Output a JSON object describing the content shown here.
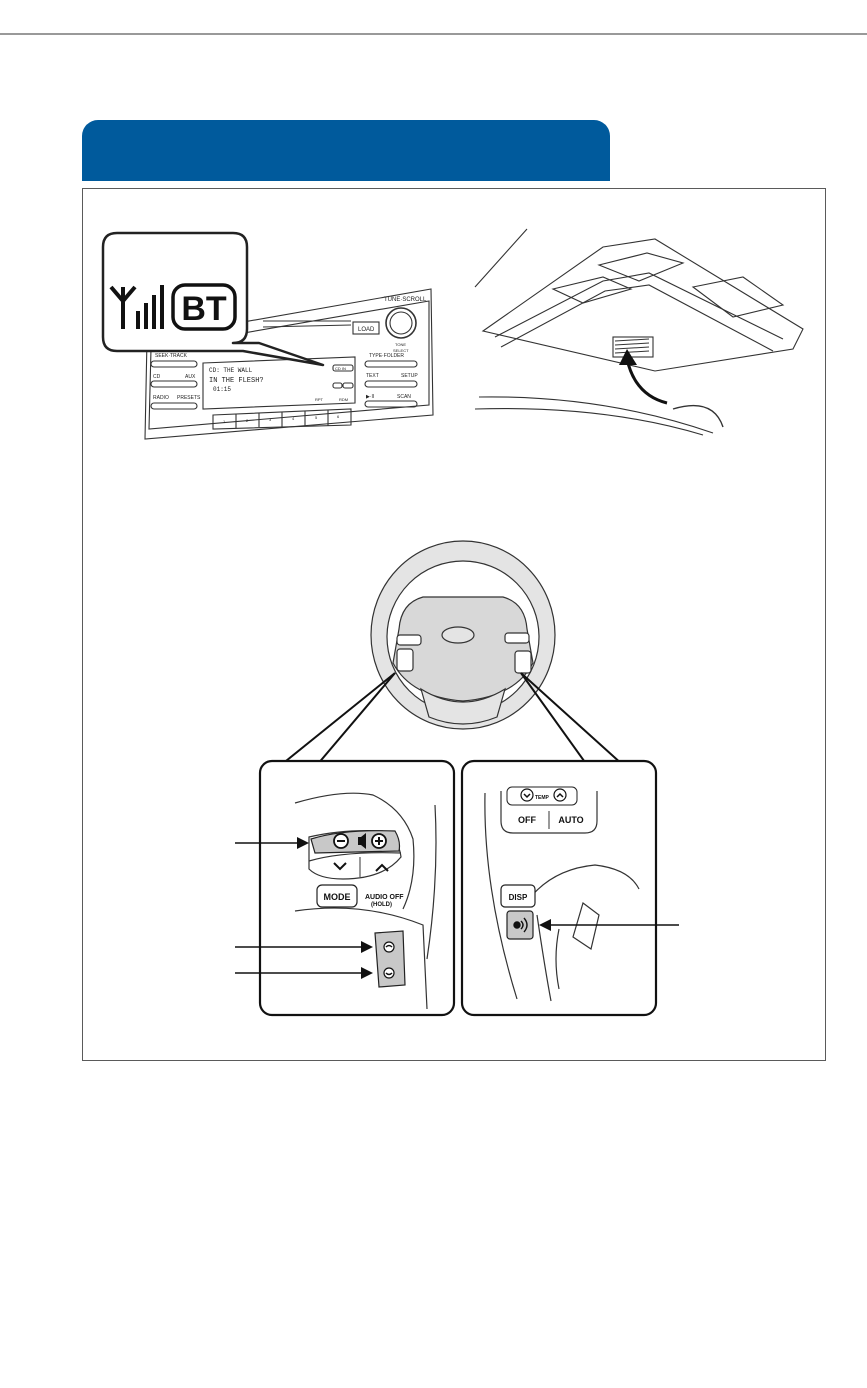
{
  "radio": {
    "tune_scroll": "TUNE·SCROLL",
    "load": "LOAD",
    "seek_track": "SEEK·TRACK",
    "type_folder": "TYPE·FOLDER",
    "cd": "CD",
    "aux": "AUX",
    "radio": "RADIO",
    "presets": "PRESETS",
    "text": "TEXT",
    "setup": "SETUP",
    "scan": "SCAN",
    "play_pause": "▶·II",
    "tone": "TONE",
    "select": "SELECT",
    "display_line1": "CD: THE WALL",
    "display_line2": "IN THE FLESH?",
    "display_line3": "01:15",
    "display_badge": "CD IN",
    "rpt": "RPT",
    "rdm": "RDM",
    "preset_numbers": [
      "1",
      "2",
      "3",
      "4",
      "5",
      "6"
    ]
  },
  "callout": {
    "bt_label": "BT"
  },
  "steering_left": {
    "mode": "MODE",
    "audio_off": "AUDIO OFF",
    "hold": "(HOLD)"
  },
  "steering_right": {
    "temp": "TEMP",
    "off": "OFF",
    "auto": "AUTO",
    "disp": "DISP"
  },
  "colors": {
    "header_blue": "#005a9c",
    "button_gray": "#c8c8c8"
  }
}
